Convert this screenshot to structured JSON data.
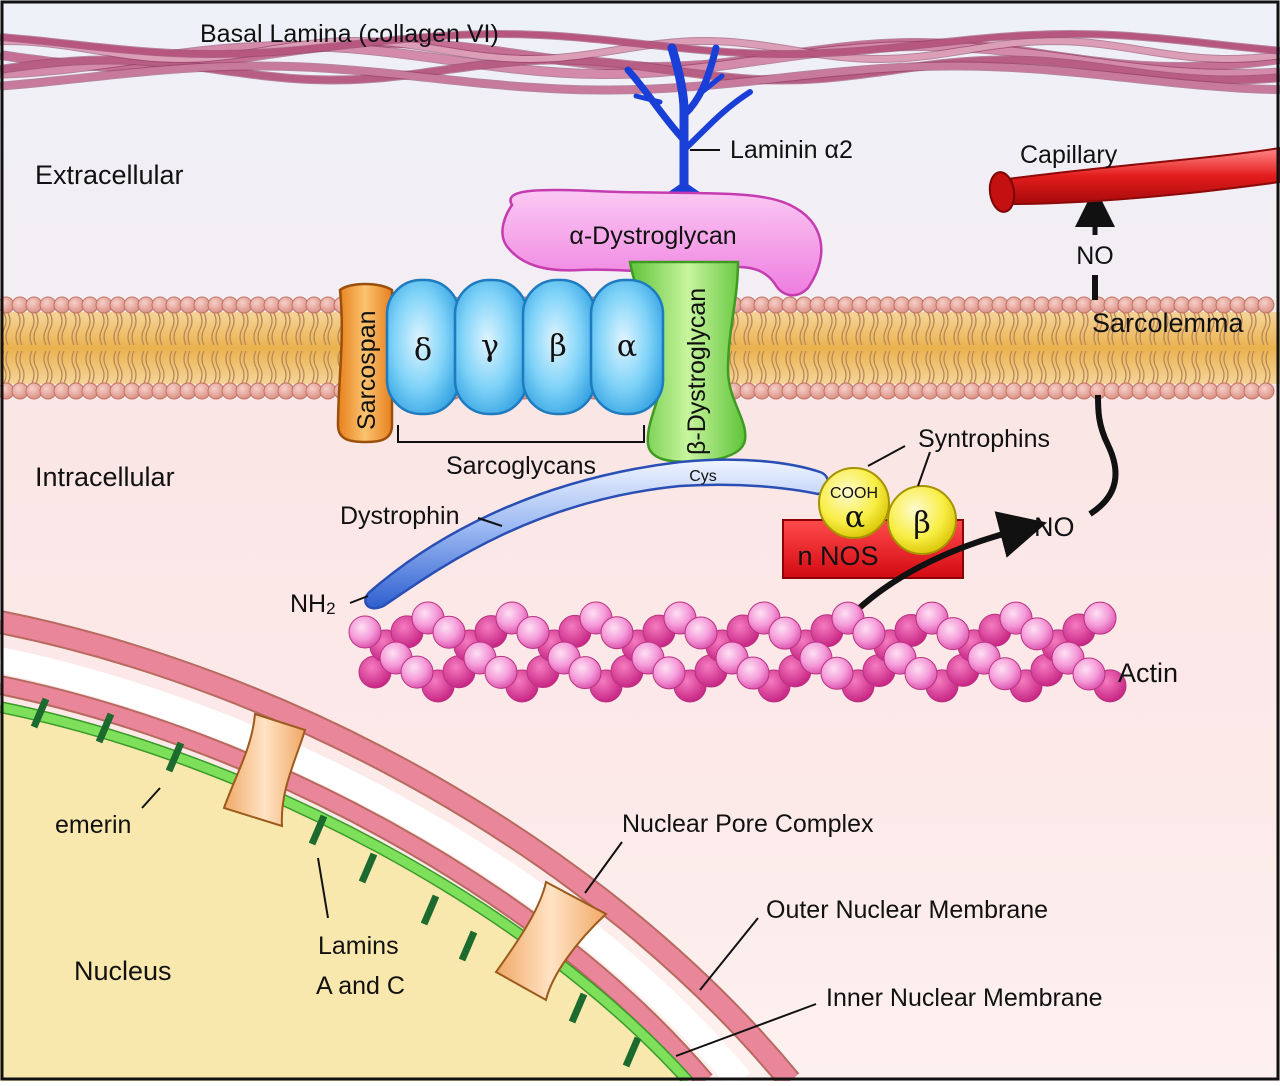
{
  "labels": {
    "basal_lamina": "Basal Lamina (collagen VI)",
    "extracellular": "Extracellular",
    "intracellular": "Intracellular",
    "laminin": "Laminin α2",
    "alpha_dystroglycan": "α-Dystroglycan",
    "beta_dystroglycan": "β-Dystroglycan",
    "sarcospan": "Sarcospan",
    "sarcoglycan_delta": "δ",
    "sarcoglycan_gamma": "γ",
    "sarcoglycan_beta": "β",
    "sarcoglycan_alpha": "α",
    "sarcoglycans": "Sarcoglycans",
    "cys": "Cys",
    "dystrophin": "Dystrophin",
    "nh2": "NH",
    "nh2_sub": "2",
    "cooh": "COOH",
    "syntrophin_alpha": "α",
    "syntrophin_beta": "β",
    "syntrophins": "Syntrophins",
    "nnos": "n NOS",
    "no_lower": "NO",
    "no_upper": "NO",
    "capillary": "Capillary",
    "sarcolemma": "Sarcolemma",
    "actin": "Actin",
    "emerin": "emerin",
    "nuclear_pore_complex": "Nuclear Pore Complex",
    "outer_nuclear_membrane": "Outer Nuclear Membrane",
    "inner_nuclear_membrane": "Inner Nuclear Membrane",
    "lamins_line1": "Lamins",
    "lamins_line2": "A and C",
    "nucleus": "Nucleus"
  },
  "colors": {
    "collagen": "#c46f93",
    "laminin": "#1a3fd6",
    "alpha_dystroglycan": "#ef7fe0",
    "beta_dystroglycan": "#7ed957",
    "sarcospan": "#f0912e",
    "sarcoglycan": "#5cc4f2",
    "membrane_head": "#e7a59a",
    "membrane_core": "#f2c66e",
    "dystrophin": "#3c6fd8",
    "syntrophin": "#f5ea2a",
    "nnos": "#e4141c",
    "capillary": "#e02020",
    "actin": "#f06ac8",
    "nucleus": "#f8e8ad",
    "nuclear_membrane": "#e9869a",
    "lamina": "#7ee05a",
    "emerin": "#1d6a2e",
    "pore": "#f6bf86"
  }
}
